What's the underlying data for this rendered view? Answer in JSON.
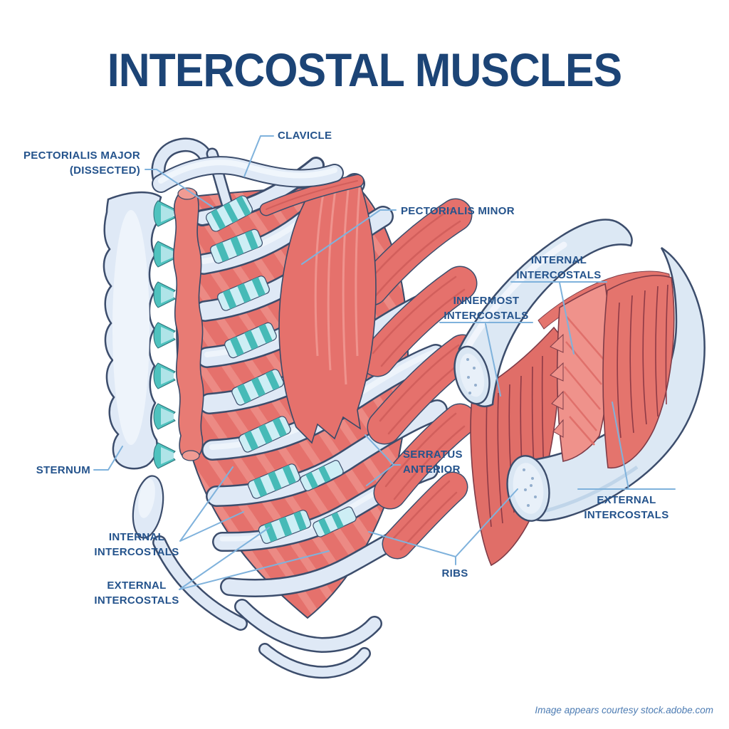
{
  "title": "INTERCOSTAL MUSCLES",
  "credit": "Image appears courtesy stock.adobe.com",
  "colors": {
    "title_blue": "#1c4476",
    "label_blue": "#24538c",
    "leader_blue": "#7fb2dc",
    "muscle_red": "#e5716c",
    "muscle_light": "#ec8a84",
    "bone_blue": "#dfe9f6",
    "outline_navy": "#3c4d6c",
    "cartilage_teal": "#46bab7",
    "cartilage_light": "#cdeef5"
  },
  "labels": {
    "pectorialis_major": {
      "line1": "PECTORIALIS MAJOR",
      "line2": "(DISSECTED)"
    },
    "clavicle": "CLAVICLE",
    "pectorialis_minor": "PECTORIALIS MINOR",
    "sternum": "STERNUM",
    "internal_left": {
      "line1": "INTERNAL",
      "line2": "INTERCOSTALS"
    },
    "external_left": {
      "line1": "EXTERNAL",
      "line2": "INTERCOSTALS"
    },
    "serratus": {
      "line1": "SERRATUS",
      "line2": "ANTERIOR"
    },
    "ribs": "RIBS",
    "inset_internal": {
      "line1": "INTERNAL",
      "line2": "INTERCOSTALS"
    },
    "inset_innermost": {
      "line1": "INNERMOST",
      "line2": "INTERCOSTALS"
    },
    "inset_external": {
      "line1": "EXTERNAL",
      "line2": "INTERCOSTALS"
    }
  }
}
